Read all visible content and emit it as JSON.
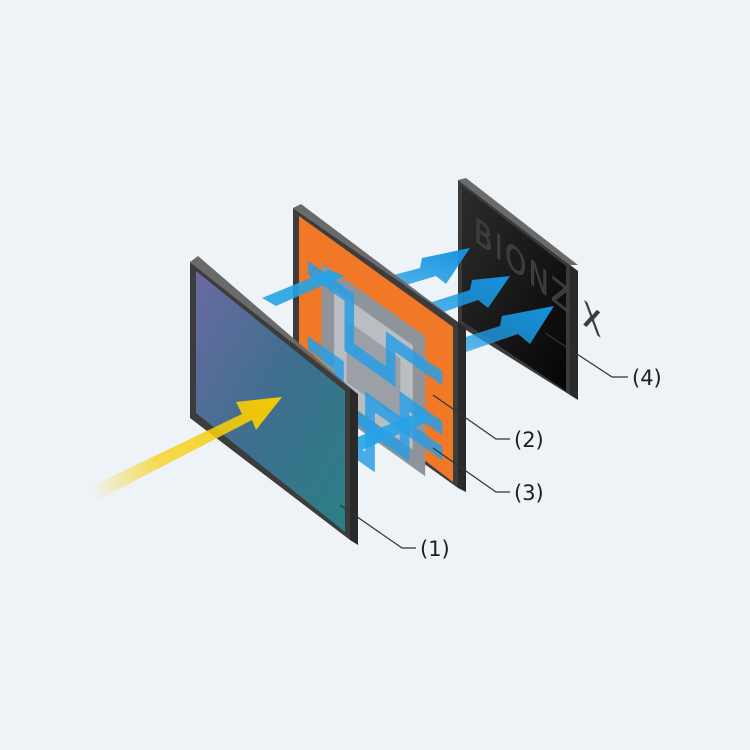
{
  "diagram": {
    "callouts": [
      {
        "id": "image-sensor",
        "label": "(1)"
      },
      {
        "id": "front-end-lsi",
        "label": "(2)"
      },
      {
        "id": "memory-layer",
        "label": "(3)"
      },
      {
        "id": "image-processor",
        "label": "(4)"
      }
    ],
    "processor_logo_text": "BIONZ X"
  },
  "colors": {
    "background": "#eef3f8",
    "incoming_light_arrow": "#f7d21a",
    "data_flow_arrows": "#1f9be3",
    "lsi_board": "#f07826",
    "lsi_chip": "#9aa0a6",
    "sensor_face": "#4a6f92",
    "processor_face": "#141414",
    "frame": "#3c3c3c"
  }
}
